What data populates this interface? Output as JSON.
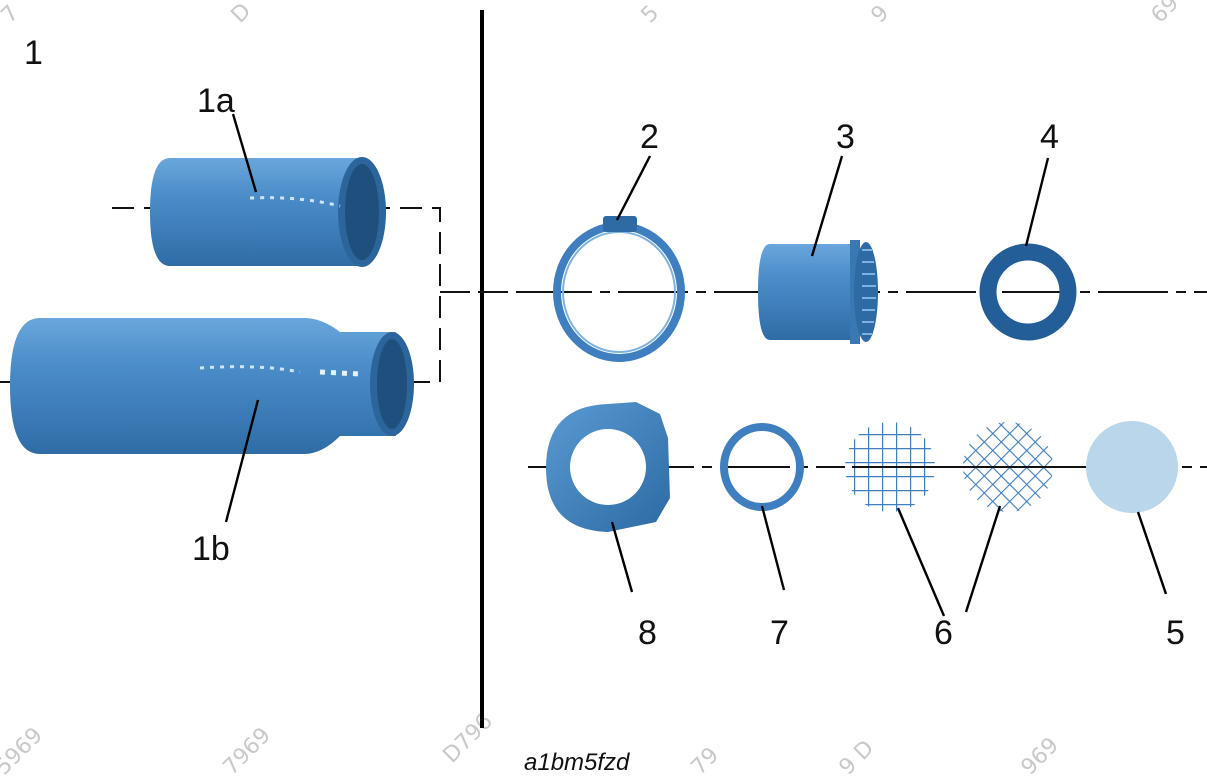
{
  "callouts": {
    "main": "1",
    "sleeve_short": "1a",
    "sleeve_long": "1b",
    "hose_clamp": "2",
    "threaded_socket": "3",
    "seal_ring": "4",
    "filter_pad": "5",
    "mesh_screen": "6",
    "o_ring": "7",
    "nut": "8"
  },
  "reference_code": "a1bm5fzd",
  "colors": {
    "part_fill": "#4b8dc9",
    "part_dark": "#2e6aa3",
    "part_light": "#7cb3e3",
    "filter_pad": "#b9d6ea",
    "line": "#111111"
  }
}
